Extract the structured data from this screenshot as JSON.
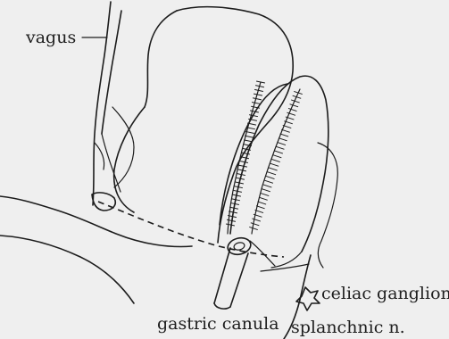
{
  "labels": {
    "vagus": "vagus",
    "celiac_ganglion": "celiac ganglion",
    "gastric_canula": "gastric canula",
    "splanchnic_n": "splanchnic n."
  }
}
